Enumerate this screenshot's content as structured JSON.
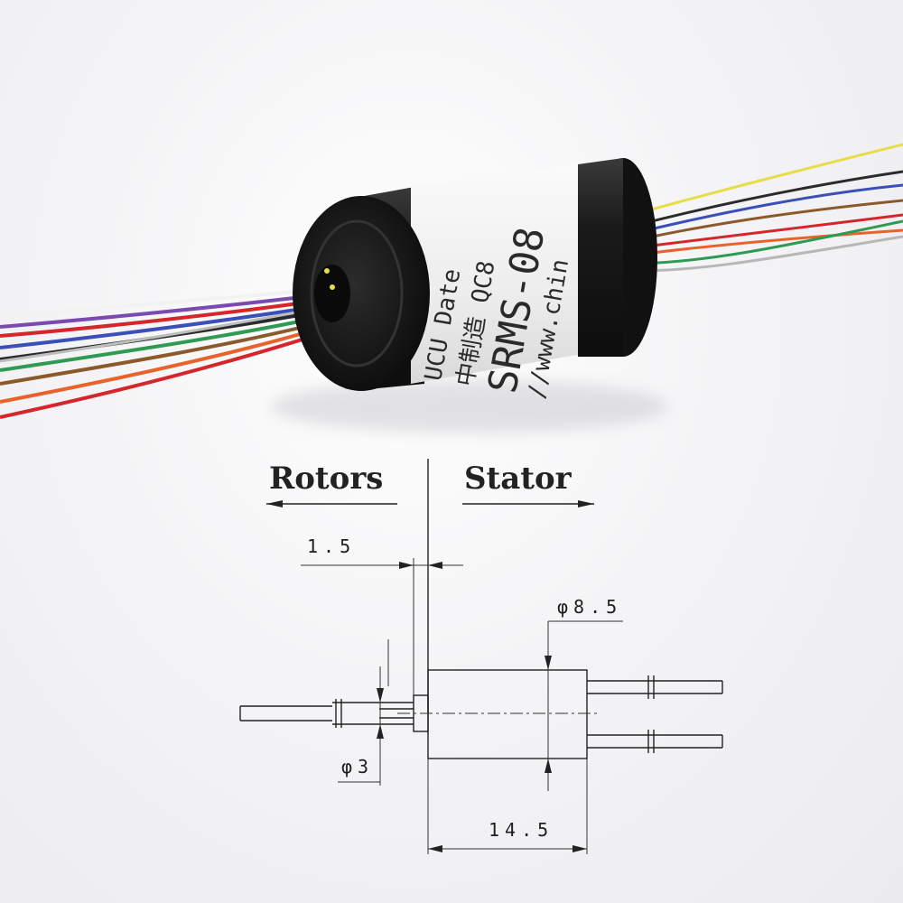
{
  "product_label": {
    "line1": "UCU  Date",
    "line2": "中制造  QC8",
    "line3": "SRMS-08",
    "line4": "//www.chin"
  },
  "drawing": {
    "rotors_label": "Rotors",
    "stator_label": "Stator",
    "dim_rotor_length": "1.5",
    "dim_body_diameter": "φ8.5",
    "dim_shaft_diameter": "φ3",
    "dim_body_length": "14.5"
  },
  "colors": {
    "wires": [
      "#e7dd4a",
      "#2b2b2b",
      "#3a4fb8",
      "#8b5a2b",
      "#d4262b",
      "#e8632c",
      "#2f9a52",
      "#f2f2f2",
      "#7a4ab0",
      "#bdbdbd"
    ],
    "body": "#1b1b1b",
    "label_bg": "#f7f7f7"
  }
}
